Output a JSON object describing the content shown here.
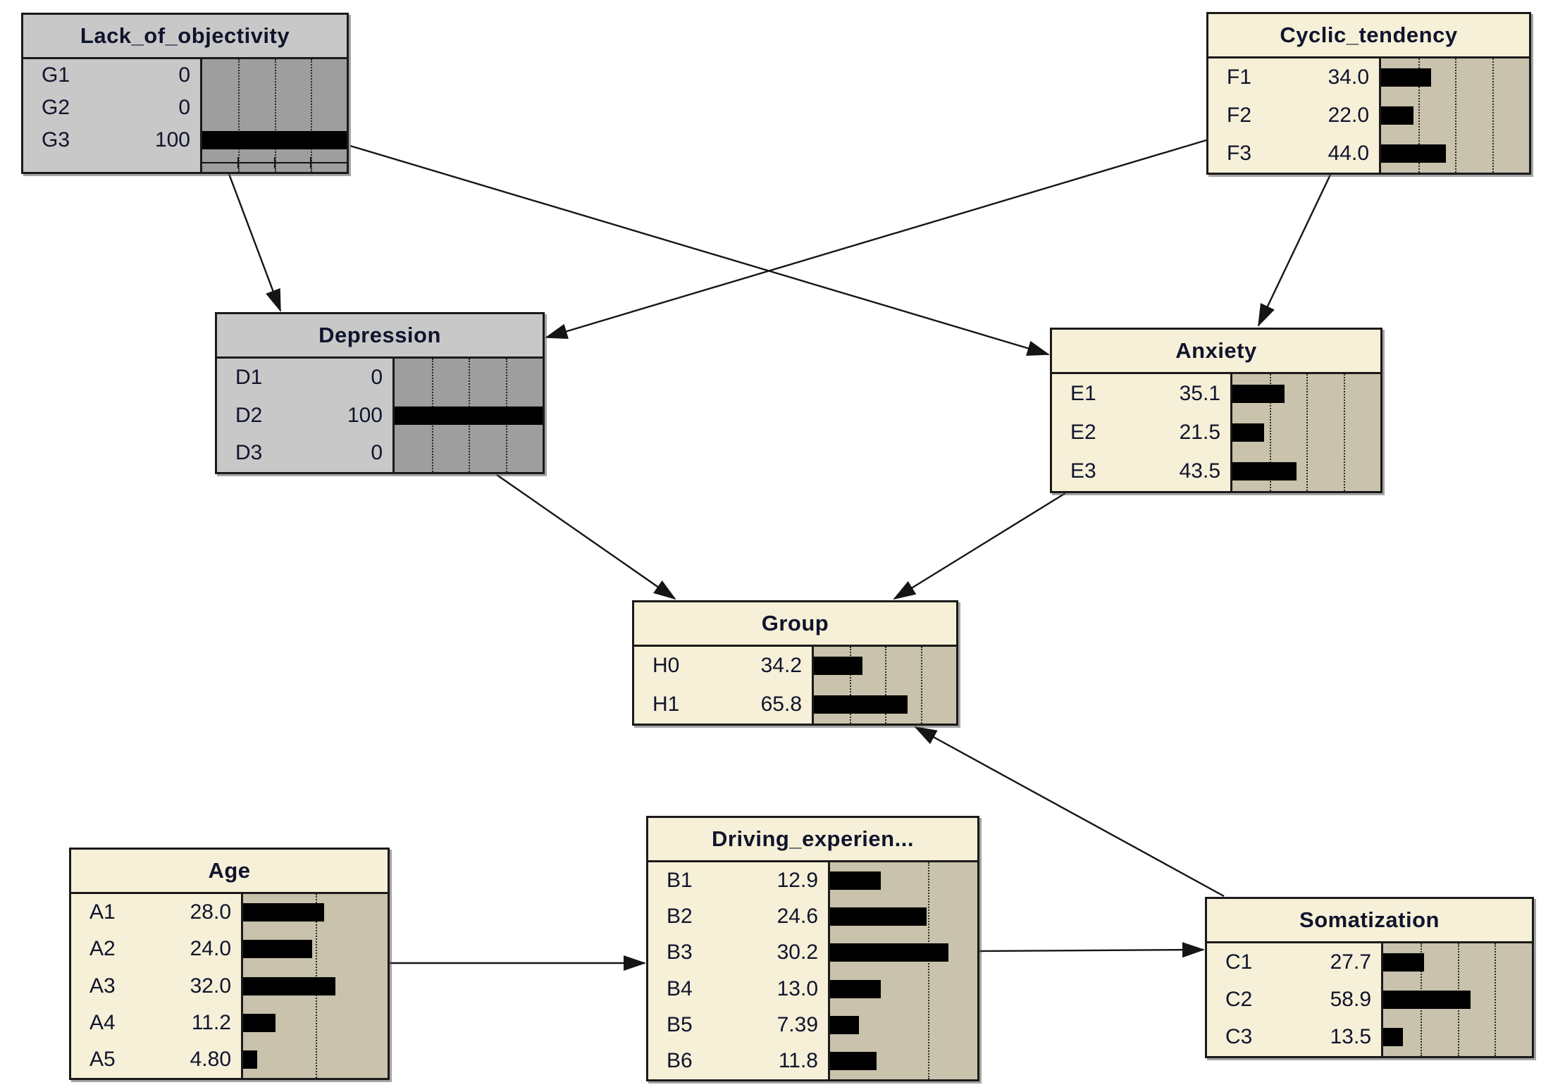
{
  "colors": {
    "background": "#ffffff",
    "cream_node_fill": "#f6f0d8",
    "cream_bar_panel": "#c9c2ac",
    "gray_node_fill": "#c8c8c8",
    "gray_bar_panel": "#9e9e9e",
    "bar_color": "#000000",
    "border_color": "#1a1a1a",
    "arrow_color": "#151515",
    "text_color": "#10142c"
  },
  "nodes": {
    "lack_of_objectivity": {
      "title": "Lack_of_objectivity",
      "style": "gray",
      "bar_scale_max": 100,
      "gridline_values": [
        25,
        50,
        75
      ],
      "states": [
        {
          "label": "G1",
          "value": "0"
        },
        {
          "label": "G2",
          "value": "0"
        },
        {
          "label": "G3",
          "value": "100"
        }
      ]
    },
    "cyclic_tendency": {
      "title": "Cyclic_tendency",
      "style": "cream",
      "bar_scale_max": 100,
      "gridline_values": [
        25,
        50,
        75
      ],
      "states": [
        {
          "label": "F1",
          "value": "34.0"
        },
        {
          "label": "F2",
          "value": "22.0"
        },
        {
          "label": "F3",
          "value": "44.0"
        }
      ]
    },
    "depression": {
      "title": "Depression",
      "style": "gray",
      "bar_scale_max": 100,
      "gridline_values": [
        25,
        50,
        75
      ],
      "states": [
        {
          "label": "D1",
          "value": "0"
        },
        {
          "label": "D2",
          "value": "100"
        },
        {
          "label": "D3",
          "value": "0"
        }
      ]
    },
    "anxiety": {
      "title": "Anxiety",
      "style": "cream",
      "bar_scale_max": 100,
      "gridline_values": [
        25,
        50,
        75
      ],
      "states": [
        {
          "label": "E1",
          "value": "35.1"
        },
        {
          "label": "E2",
          "value": "21.5"
        },
        {
          "label": "E3",
          "value": "43.5"
        }
      ]
    },
    "group": {
      "title": "Group",
      "style": "cream",
      "bar_scale_max": 100,
      "gridline_values": [
        25,
        50,
        75
      ],
      "states": [
        {
          "label": "H0",
          "value": "34.2"
        },
        {
          "label": "H1",
          "value": "65.8"
        }
      ]
    },
    "age": {
      "title": "Age",
      "style": "cream",
      "bar_scale_max": 50,
      "gridline_values": [
        25
      ],
      "states": [
        {
          "label": "A1",
          "value": "28.0"
        },
        {
          "label": "A2",
          "value": "24.0"
        },
        {
          "label": "A3",
          "value": "32.0"
        },
        {
          "label": "A4",
          "value": "11.2"
        },
        {
          "label": "A5",
          "value": "4.80"
        }
      ]
    },
    "driving_experience": {
      "title": "Driving_experien...",
      "style": "cream",
      "bar_scale_max": 37.5,
      "gridline_values": [
        25
      ],
      "states": [
        {
          "label": "B1",
          "value": "12.9"
        },
        {
          "label": "B2",
          "value": "24.6"
        },
        {
          "label": "B3",
          "value": "30.2"
        },
        {
          "label": "B4",
          "value": "13.0"
        },
        {
          "label": "B5",
          "value": "7.39"
        },
        {
          "label": "B6",
          "value": "11.8"
        }
      ]
    },
    "somatization": {
      "title": "Somatization",
      "style": "cream",
      "bar_scale_max": 100,
      "gridline_values": [
        25,
        50,
        75
      ],
      "states": [
        {
          "label": "C1",
          "value": "27.7"
        },
        {
          "label": "C2",
          "value": "58.9"
        },
        {
          "label": "C3",
          "value": "13.5"
        }
      ]
    }
  },
  "edges": [
    {
      "from": "lack_of_objectivity",
      "to": "depression"
    },
    {
      "from": "lack_of_objectivity",
      "to": "anxiety"
    },
    {
      "from": "cyclic_tendency",
      "to": "depression"
    },
    {
      "from": "cyclic_tendency",
      "to": "anxiety"
    },
    {
      "from": "depression",
      "to": "group"
    },
    {
      "from": "anxiety",
      "to": "group"
    },
    {
      "from": "age",
      "to": "driving_experience"
    },
    {
      "from": "driving_experience",
      "to": "somatization"
    },
    {
      "from": "somatization",
      "to": "group"
    }
  ]
}
